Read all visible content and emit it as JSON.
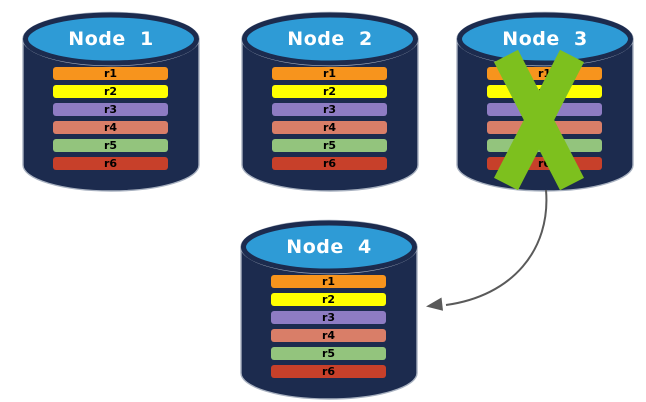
{
  "nodes": [
    {
      "id": "node-1",
      "title": "Node  1",
      "failed": false
    },
    {
      "id": "node-2",
      "title": "Node  2",
      "failed": false
    },
    {
      "id": "node-3",
      "title": "Node  3",
      "failed": true
    },
    {
      "id": "node-4",
      "title": "Node  4",
      "failed": false
    }
  ],
  "rows": [
    {
      "label": "r1",
      "color": "#F7941D"
    },
    {
      "label": "r2",
      "color": "#FFFF00"
    },
    {
      "label": "r3",
      "color": "#8E7CC3"
    },
    {
      "label": "r4",
      "color": "#D97E68"
    },
    {
      "label": "r5",
      "color": "#93C47D"
    },
    {
      "label": "r6",
      "color": "#C7402A"
    }
  ],
  "icons": {
    "failure_x": "x-cross-icon",
    "arrow": "curved-arrow-icon"
  },
  "colors": {
    "cylinder_body": "#1C2B4E",
    "cylinder_top": "#2E9BD6",
    "edge_highlight": "#A8B1C0",
    "failure_x": "#7DC01E",
    "arrow": "#5A5A5A",
    "row_text": "#000000",
    "title_text": "#FFFFFF"
  }
}
